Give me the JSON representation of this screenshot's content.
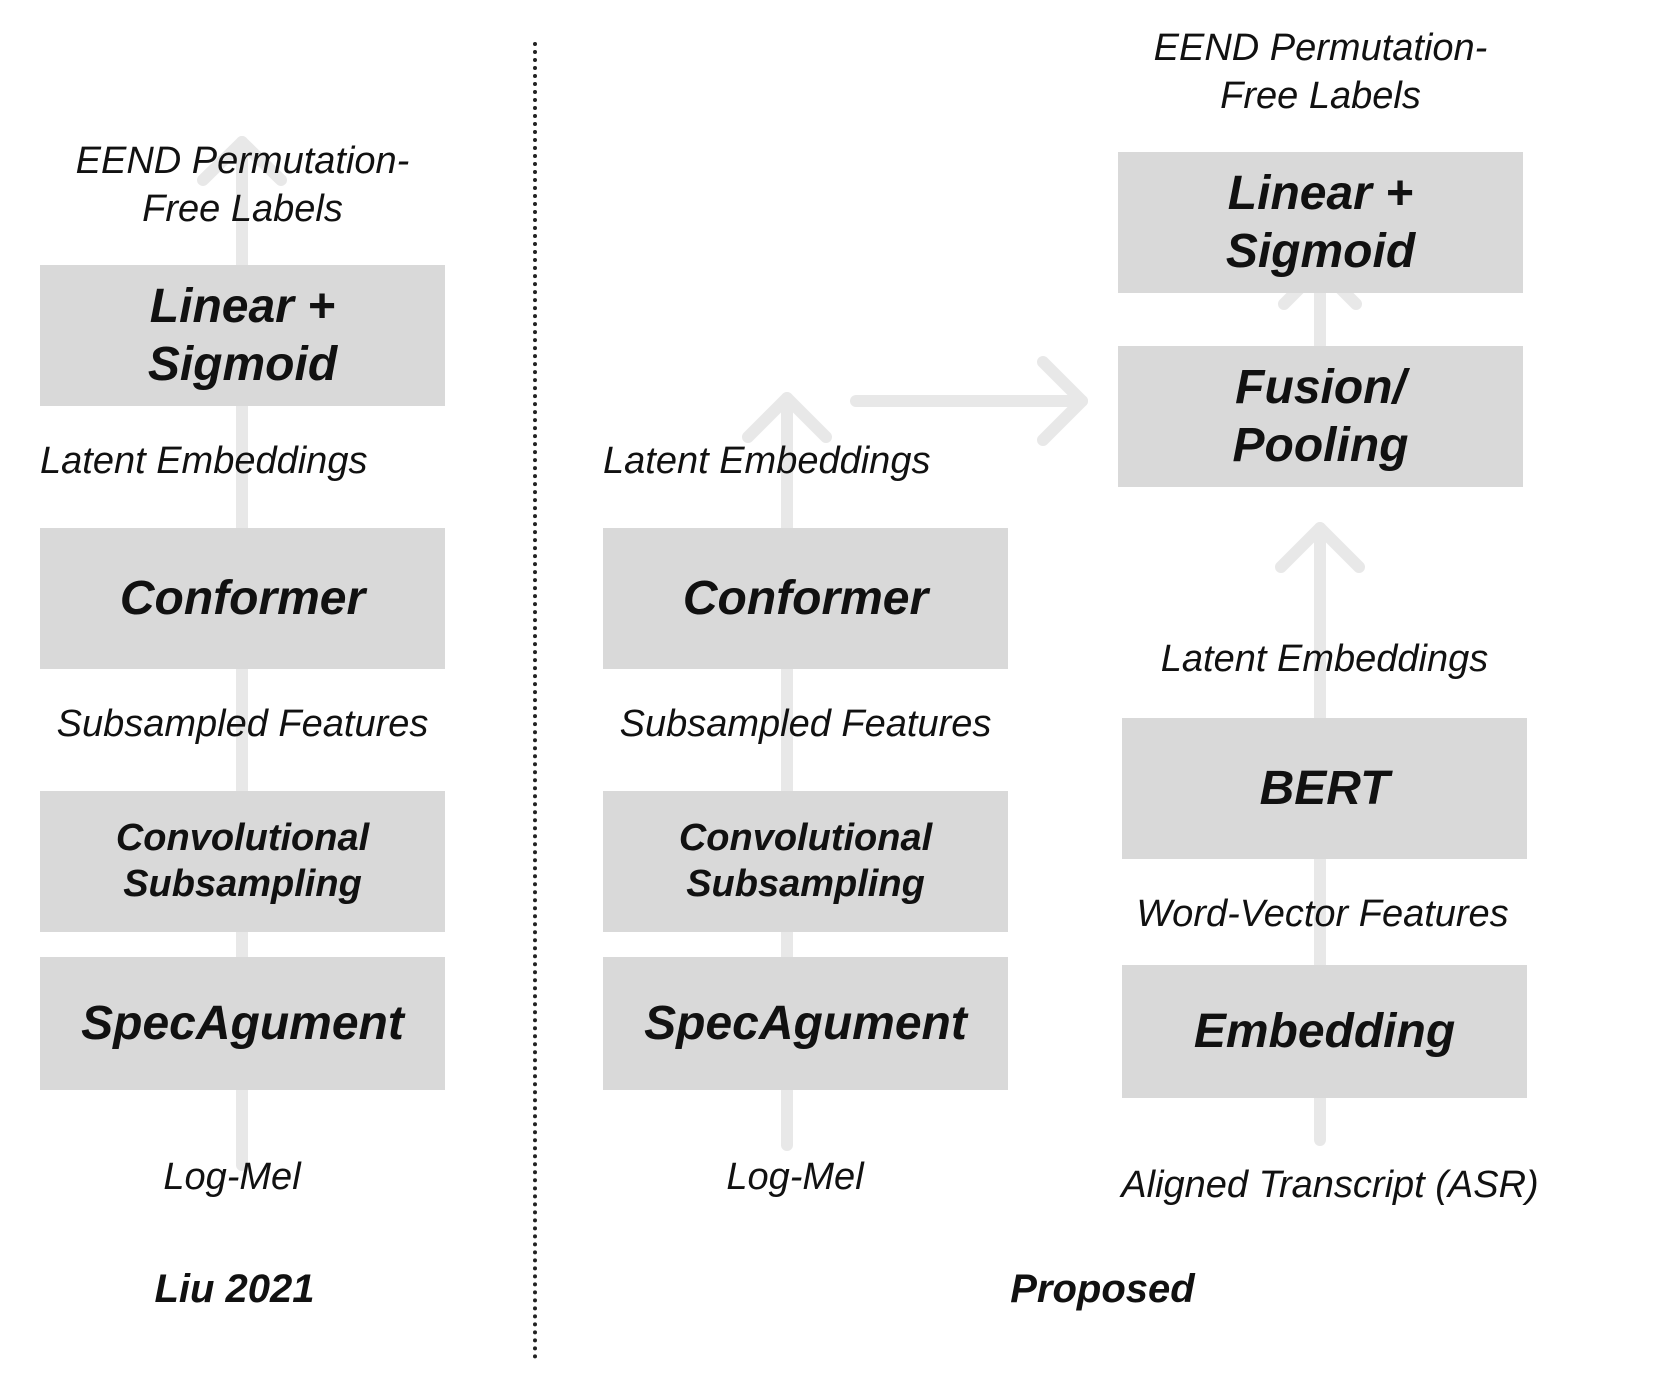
{
  "left_column": {
    "caption": "Liu 2021",
    "output_label": "EEND Permutation-\nFree Labels",
    "linear_box": "Linear +\nSigmoid",
    "latent_label": "Latent Embeddings",
    "conformer_box": "Conformer",
    "subsampled_label": "Subsampled Features",
    "conv_box": "Convolutional\nSubsampling",
    "specaug_box": "SpecAgument",
    "input_label": "Log-Mel"
  },
  "middle_column": {
    "latent_label": "Latent Embeddings",
    "conformer_box": "Conformer",
    "subsampled_label": "Subsampled Features",
    "conv_box": "Convolutional\nSubsampling",
    "specaug_box": "SpecAgument",
    "input_label": "Log-Mel"
  },
  "right_column": {
    "caption": "Proposed",
    "output_label": "EEND Permutation-\nFree Labels",
    "linear_box": "Linear +\nSigmoid",
    "fusion_box": "Fusion/\nPooling",
    "latent_label": "Latent Embeddings",
    "bert_box": "BERT",
    "word_vector_label": "Word-Vector Features",
    "embedding_box": "Embedding",
    "input_label": "Aligned Transcript (ASR)"
  },
  "colors": {
    "box_fill": "#d9d9d9",
    "arrow": "#e8e8e8",
    "text": "#111111",
    "divider": "#222222"
  }
}
